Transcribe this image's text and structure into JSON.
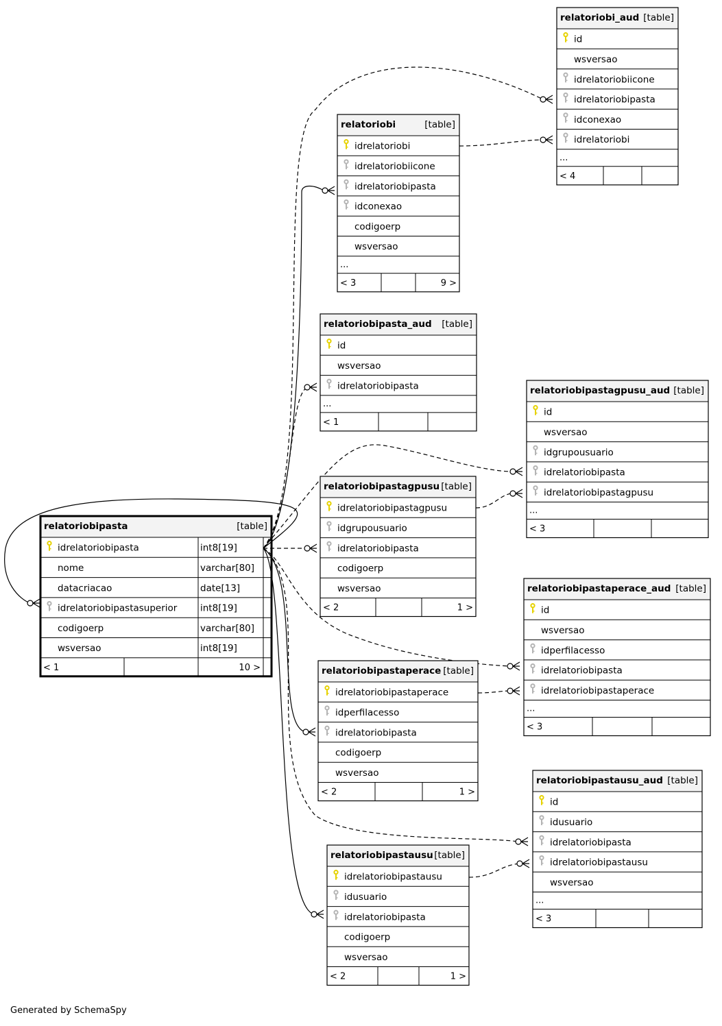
{
  "footer": "Generated by SchemaSpy",
  "table_tag": "[table]",
  "ellipsis": "...",
  "colors": {
    "key_primary": "#e6d200",
    "key_foreign": "#b4b4b4",
    "header_bg": "#f3f3f3",
    "border": "#000000"
  },
  "tables": [
    {
      "id": "relatoriobi_aud",
      "name": "relatoriobi_aud",
      "columns": [
        {
          "name": "id",
          "key": "pk"
        },
        {
          "name": "wsversao",
          "key": ""
        },
        {
          "name": "idrelatoriobiicone",
          "key": "fk"
        },
        {
          "name": "idrelatoriobipasta",
          "key": "fk"
        },
        {
          "name": "idconexao",
          "key": "fk"
        },
        {
          "name": "idrelatoriobi",
          "key": "fk"
        }
      ],
      "ellipsis": true,
      "footer": [
        "< 4",
        "",
        ""
      ]
    },
    {
      "id": "relatoriobi",
      "name": "relatoriobi",
      "columns": [
        {
          "name": "idrelatoriobi",
          "key": "pk"
        },
        {
          "name": "idrelatoriobiicone",
          "key": "fk"
        },
        {
          "name": "idrelatoriobipasta",
          "key": "fk"
        },
        {
          "name": "idconexao",
          "key": "fk"
        },
        {
          "name": "codigoerp",
          "key": ""
        },
        {
          "name": "wsversao",
          "key": ""
        }
      ],
      "ellipsis": true,
      "footer": [
        "< 3",
        "",
        "9 >"
      ]
    },
    {
      "id": "relatoriobipasta_aud",
      "name": "relatoriobipasta_aud",
      "columns": [
        {
          "name": "id",
          "key": "pk"
        },
        {
          "name": "wsversao",
          "key": ""
        },
        {
          "name": "idrelatoriobipasta",
          "key": "fk"
        }
      ],
      "ellipsis": true,
      "footer": [
        "< 1",
        "",
        ""
      ]
    },
    {
      "id": "relatoriobipastagpusu_aud",
      "name": "relatoriobipastagpusu_aud",
      "columns": [
        {
          "name": "id",
          "key": "pk"
        },
        {
          "name": "wsversao",
          "key": ""
        },
        {
          "name": "idgrupousuario",
          "key": "fk"
        },
        {
          "name": "idrelatoriobipasta",
          "key": "fk"
        },
        {
          "name": "idrelatoriobipastagpusu",
          "key": "fk"
        }
      ],
      "ellipsis": true,
      "footer": [
        "< 3",
        "",
        ""
      ]
    },
    {
      "id": "relatoriobipastagpusu",
      "name": "relatoriobipastagpusu",
      "columns": [
        {
          "name": "idrelatoriobipastagpusu",
          "key": "pk"
        },
        {
          "name": "idgrupousuario",
          "key": "fk"
        },
        {
          "name": "idrelatoriobipasta",
          "key": "fk"
        },
        {
          "name": "codigoerp",
          "key": ""
        },
        {
          "name": "wsversao",
          "key": ""
        }
      ],
      "ellipsis": false,
      "footer": [
        "< 2",
        "",
        "1 >"
      ]
    },
    {
      "id": "relatoriobipasta",
      "name": "relatoriobipasta",
      "focus": true,
      "columns": [
        {
          "name": "idrelatoriobipasta",
          "key": "pk",
          "type": "int8[19]"
        },
        {
          "name": "nome",
          "key": "",
          "type": "varchar[80]"
        },
        {
          "name": "datacriacao",
          "key": "",
          "type": "date[13]"
        },
        {
          "name": "idrelatoriobipastasuperior",
          "key": "fk",
          "type": "int8[19]"
        },
        {
          "name": "codigoerp",
          "key": "",
          "type": "varchar[80]"
        },
        {
          "name": "wsversao",
          "key": "",
          "type": "int8[19]"
        }
      ],
      "ellipsis": false,
      "footer": [
        "< 1",
        "",
        "10 >"
      ]
    },
    {
      "id": "relatoriobipastaperace_aud",
      "name": "relatoriobipastaperace_aud",
      "columns": [
        {
          "name": "id",
          "key": "pk"
        },
        {
          "name": "wsversao",
          "key": ""
        },
        {
          "name": "idperfilacesso",
          "key": "fk"
        },
        {
          "name": "idrelatoriobipasta",
          "key": "fk"
        },
        {
          "name": "idrelatoriobipastaperace",
          "key": "fk"
        }
      ],
      "ellipsis": true,
      "footer": [
        "< 3",
        "",
        ""
      ]
    },
    {
      "id": "relatoriobipastaperace",
      "name": "relatoriobipastaperace",
      "columns": [
        {
          "name": "idrelatoriobipastaperace",
          "key": "pk"
        },
        {
          "name": "idperfilacesso",
          "key": "fk"
        },
        {
          "name": "idrelatoriobipasta",
          "key": "fk"
        },
        {
          "name": "codigoerp",
          "key": ""
        },
        {
          "name": "wsversao",
          "key": ""
        }
      ],
      "ellipsis": false,
      "footer": [
        "< 2",
        "",
        "1 >"
      ]
    },
    {
      "id": "relatoriobipastausu_aud",
      "name": "relatoriobipastausu_aud",
      "columns": [
        {
          "name": "id",
          "key": "pk"
        },
        {
          "name": "idusuario",
          "key": "fk"
        },
        {
          "name": "idrelatoriobipasta",
          "key": "fk"
        },
        {
          "name": "idrelatoriobipastausu",
          "key": "fk"
        },
        {
          "name": "wsversao",
          "key": ""
        }
      ],
      "ellipsis": true,
      "footer": [
        "< 3",
        "",
        ""
      ]
    },
    {
      "id": "relatoriobipastausu",
      "name": "relatoriobipastausu",
      "columns": [
        {
          "name": "idrelatoriobipastausu",
          "key": "pk"
        },
        {
          "name": "idusuario",
          "key": "fk"
        },
        {
          "name": "idrelatoriobipasta",
          "key": "fk"
        },
        {
          "name": "codigoerp",
          "key": ""
        },
        {
          "name": "wsversao",
          "key": ""
        }
      ],
      "ellipsis": false,
      "footer": [
        "< 2",
        "",
        "1 >"
      ]
    }
  ]
}
